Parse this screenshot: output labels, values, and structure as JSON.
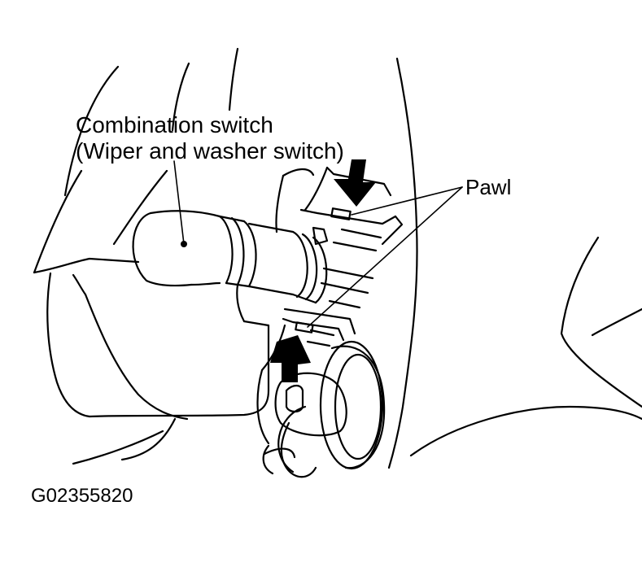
{
  "labels": {
    "combination_switch_line1": "Combination switch",
    "combination_switch_line2": "(Wiper and washer switch)",
    "pawl": "Pawl",
    "figure_code": "G02355820"
  },
  "colors": {
    "ink": "#000000",
    "paper": "#ffffff"
  },
  "icons": {
    "down_arrow": "down-arrow-icon",
    "up_arrow": "up-arrow-icon"
  }
}
